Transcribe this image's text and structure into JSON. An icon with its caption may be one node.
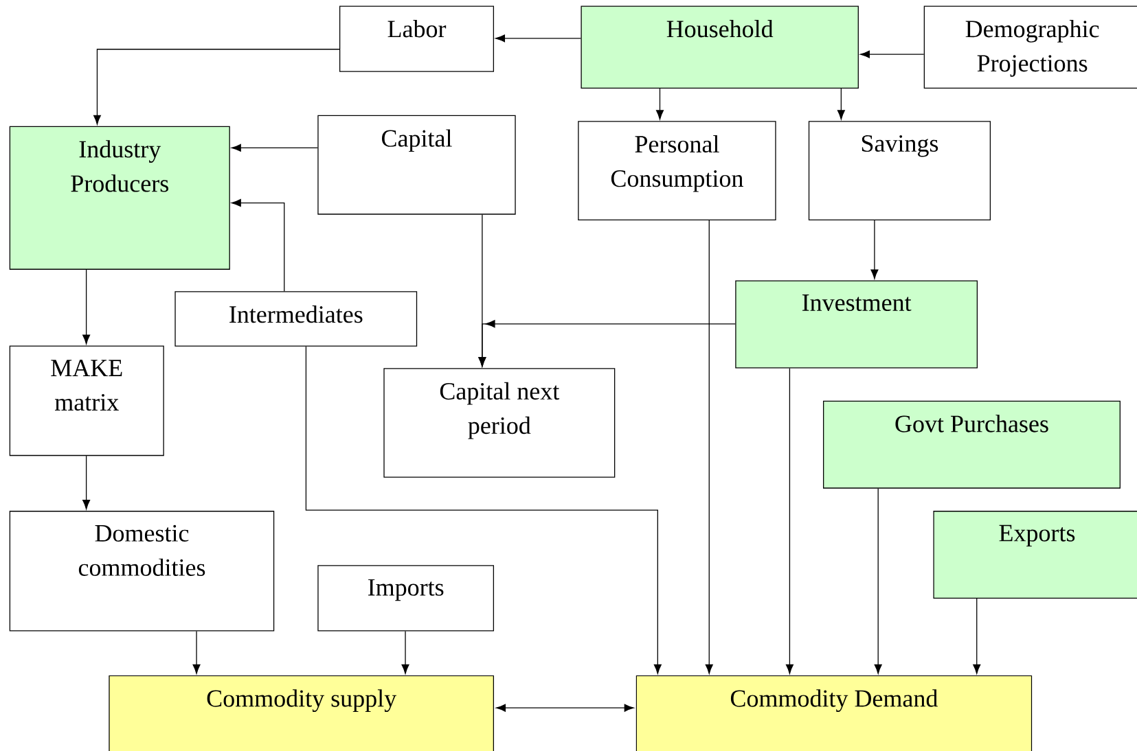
{
  "diagram": {
    "nodes": [
      {
        "text": [
          "Labor"
        ]
      },
      {
        "text": [
          "Household"
        ]
      },
      {
        "text": [
          "Demographic Projections"
        ]
      },
      {
        "text": [
          "Industry Producers"
        ]
      },
      {
        "text": [
          "Capital"
        ]
      },
      {
        "text": [
          "Personal Consumption"
        ]
      },
      {
        "text": [
          "Savings"
        ]
      },
      {
        "text": [
          "Investment"
        ]
      },
      {
        "text": [
          "Intermediates"
        ]
      },
      {
        "text": [
          "MAKE matrix"
        ]
      },
      {
        "text": [
          "Capital next period"
        ]
      },
      {
        "text": [
          "Govt Purchases"
        ]
      },
      {
        "text": [
          "Domestic commodities"
        ]
      },
      {
        "text": [
          "Exports"
        ]
      },
      {
        "text": [
          "Imports"
        ]
      },
      {
        "text": [
          "Commodity supply"
        ]
      },
      {
        "text": [
          "Commodity Demand"
        ]
      }
    ],
    "edges": [
      {
        "from": 1,
        "to": 0,
        "arrow": "to"
      },
      {
        "from": 0,
        "to": 3,
        "arrow": "to"
      },
      {
        "from": 2,
        "to": 1,
        "arrow": "to"
      },
      {
        "from": 1,
        "to": 5,
        "arrow": "to"
      },
      {
        "from": 1,
        "to": 6,
        "arrow": "to"
      },
      {
        "from": 4,
        "to": 3,
        "arrow": "to"
      },
      {
        "from": 8,
        "to": 3,
        "arrow": "to"
      },
      {
        "from": 4,
        "to": 10,
        "arrow": "to"
      },
      {
        "from": 7,
        "to": 10,
        "arrow": "to"
      },
      {
        "from": 5,
        "to": 16,
        "arrow": "to"
      },
      {
        "from": 6,
        "to": 7,
        "arrow": "to"
      },
      {
        "from": 3,
        "to": 9,
        "arrow": "to"
      },
      {
        "from": 8,
        "to": 16,
        "arrow": "to"
      },
      {
        "from": 7,
        "to": 16,
        "arrow": "to"
      },
      {
        "from": 11,
        "to": 16,
        "arrow": "to"
      },
      {
        "from": 13,
        "to": 16,
        "arrow": "to"
      },
      {
        "from": 9,
        "to": 12,
        "arrow": "to"
      },
      {
        "from": 12,
        "to": 15,
        "arrow": "to"
      },
      {
        "from": 14,
        "to": 15,
        "arrow": "to"
      },
      {
        "from": 15,
        "to": 16,
        "arrow": "both"
      }
    ]
  }
}
